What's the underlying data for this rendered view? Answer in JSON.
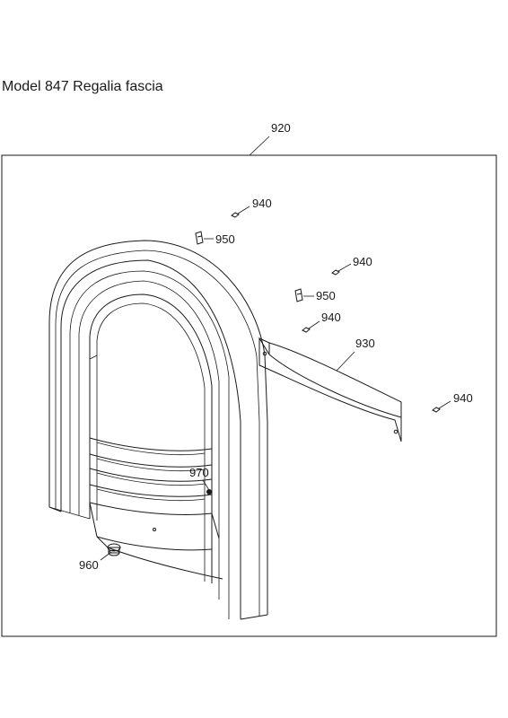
{
  "title": "Model 847 Regalia fascia",
  "parts": {
    "p920": "920",
    "p930": "930",
    "p940": "940",
    "p950": "950",
    "p960": "960",
    "p970": "970"
  }
}
